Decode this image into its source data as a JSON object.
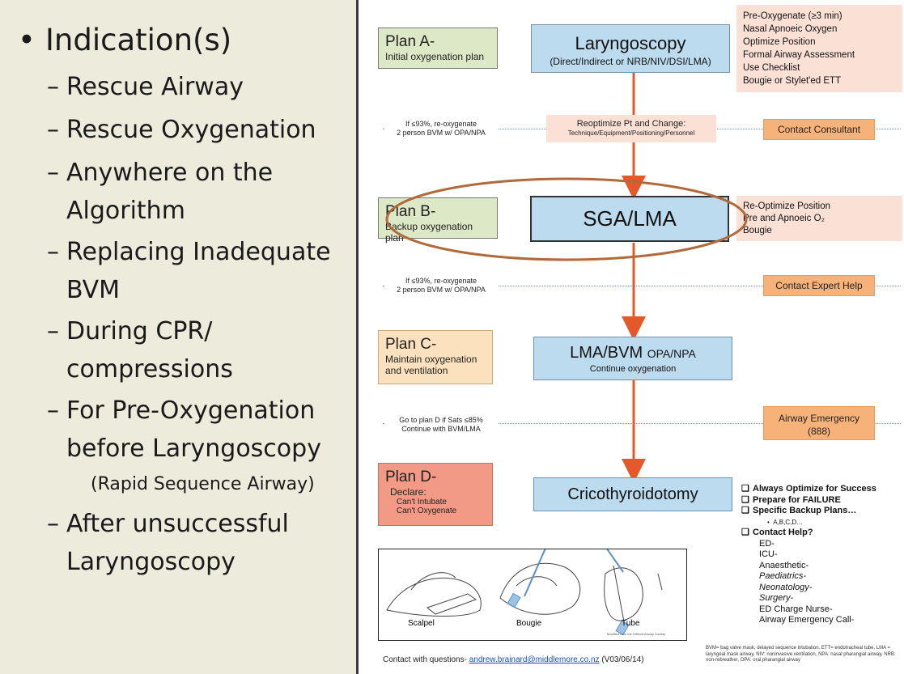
{
  "left": {
    "title": "Indication(s)",
    "bullet": "•",
    "items": [
      {
        "lines": [
          "Rescue Airway"
        ]
      },
      {
        "lines": [
          "Rescue Oxygenation"
        ]
      },
      {
        "lines": [
          "Anywhere on the",
          "Algorithm"
        ]
      },
      {
        "lines": [
          "Replacing Inadequate",
          "BVM"
        ]
      },
      {
        "lines": [
          "During CPR/",
          "compressions"
        ]
      },
      {
        "lines": [
          "For Pre-Oxygenation",
          "before Laryngoscopy"
        ]
      },
      {
        "lines": [
          "After unsuccessful",
          "Laryngoscopy"
        ]
      }
    ],
    "dash": "–",
    "sub_note": "(Rapid Sequence Airway)"
  },
  "algorithm": {
    "plan_a": {
      "title": "Plan A-",
      "sub": "Initial oxygenation plan"
    },
    "laryngoscopy": {
      "title": "Laryngoscopy",
      "sub": "(Direct/Indirect or NRB/NIV/DSI/LMA)"
    },
    "prep_list": [
      "Pre-Oxygenate (≥3 min)",
      "Nasal Apnoeic Oxygen",
      "Optimize Position",
      "Formal Airway Assessment",
      "Use Checklist",
      "Bougie or Stylet'ed ETT"
    ],
    "reox1": [
      "If ≤93%, re-oxygenate",
      "2 person BVM w/ OPA/NPA"
    ],
    "reoptimize": [
      "Reoptimize Pt and Change:",
      "Technique/Equipment/Positioning/Personnel"
    ],
    "contact_consultant": "Contact Consultant",
    "plan_b": {
      "title": "Plan B-",
      "sub": "Backup oxygenation plan"
    },
    "sga": "SGA/LMA",
    "reopt_list": [
      "Re-Optimize Position",
      "Pre and Apnoeic O₂",
      "Bougie"
    ],
    "reox2": [
      "If ≤93%, re-oxygenate",
      "2 person BVM w/ OPA/NPA"
    ],
    "contact_expert": "Contact Expert Help",
    "plan_c": {
      "title": "Plan C-",
      "sub1": "Maintain oxygenation",
      "sub2": "and ventilation"
    },
    "lma_bvm": {
      "title": "LMA/BVM",
      "title_small": "OPA/NPA",
      "sub": "Continue oxygenation"
    },
    "goto_d": [
      "Go to plan D if Sats ≤85%",
      "Continue with BVM/LMA"
    ],
    "airway_emergency": [
      "Airway Emergency",
      "(888)"
    ],
    "plan_d": {
      "title": "Plan D-",
      "declare": "Declare:",
      "d1": "Can't Intubate",
      "d2": "Can't Oxygenate"
    },
    "crico": "Cricothyroidotomy",
    "illustration_labels": [
      "Scalpel",
      "Bougie",
      "Tube"
    ],
    "illustration_credit": "Modified from the Difficult Airway Society",
    "checklist": {
      "bold_items": [
        "Always Optimize for Success",
        "Prepare for FAILURE",
        "Specific Backup Plans…"
      ],
      "abc": "A,B,C,D…",
      "contact_help": "Contact Help?",
      "contacts": [
        "ED-",
        "ICU-",
        "Anaesthetic-",
        "Paediatrics-",
        "Neonatology-",
        "Surgery-",
        "ED Charge Nurse-",
        "Airway Emergency Call-"
      ],
      "italic_contacts": [
        "Paediatrics-",
        "Neonatology-",
        "Surgery-"
      ]
    },
    "footnote": "BVM= bag valve mask, delayed sequence intubation, ETT= endotracheal tube, LMA = laryngeal mask airway, NIV: noninvasive ventilation, NPA: nasal pharangial airway, NRB: non-rebreather, OPA: oral pharangial airway",
    "contact_prefix": "Contact with questions-",
    "contact_email": "andrew.brainard@middlemore.co.nz",
    "contact_version": "(V03/06/14)"
  }
}
